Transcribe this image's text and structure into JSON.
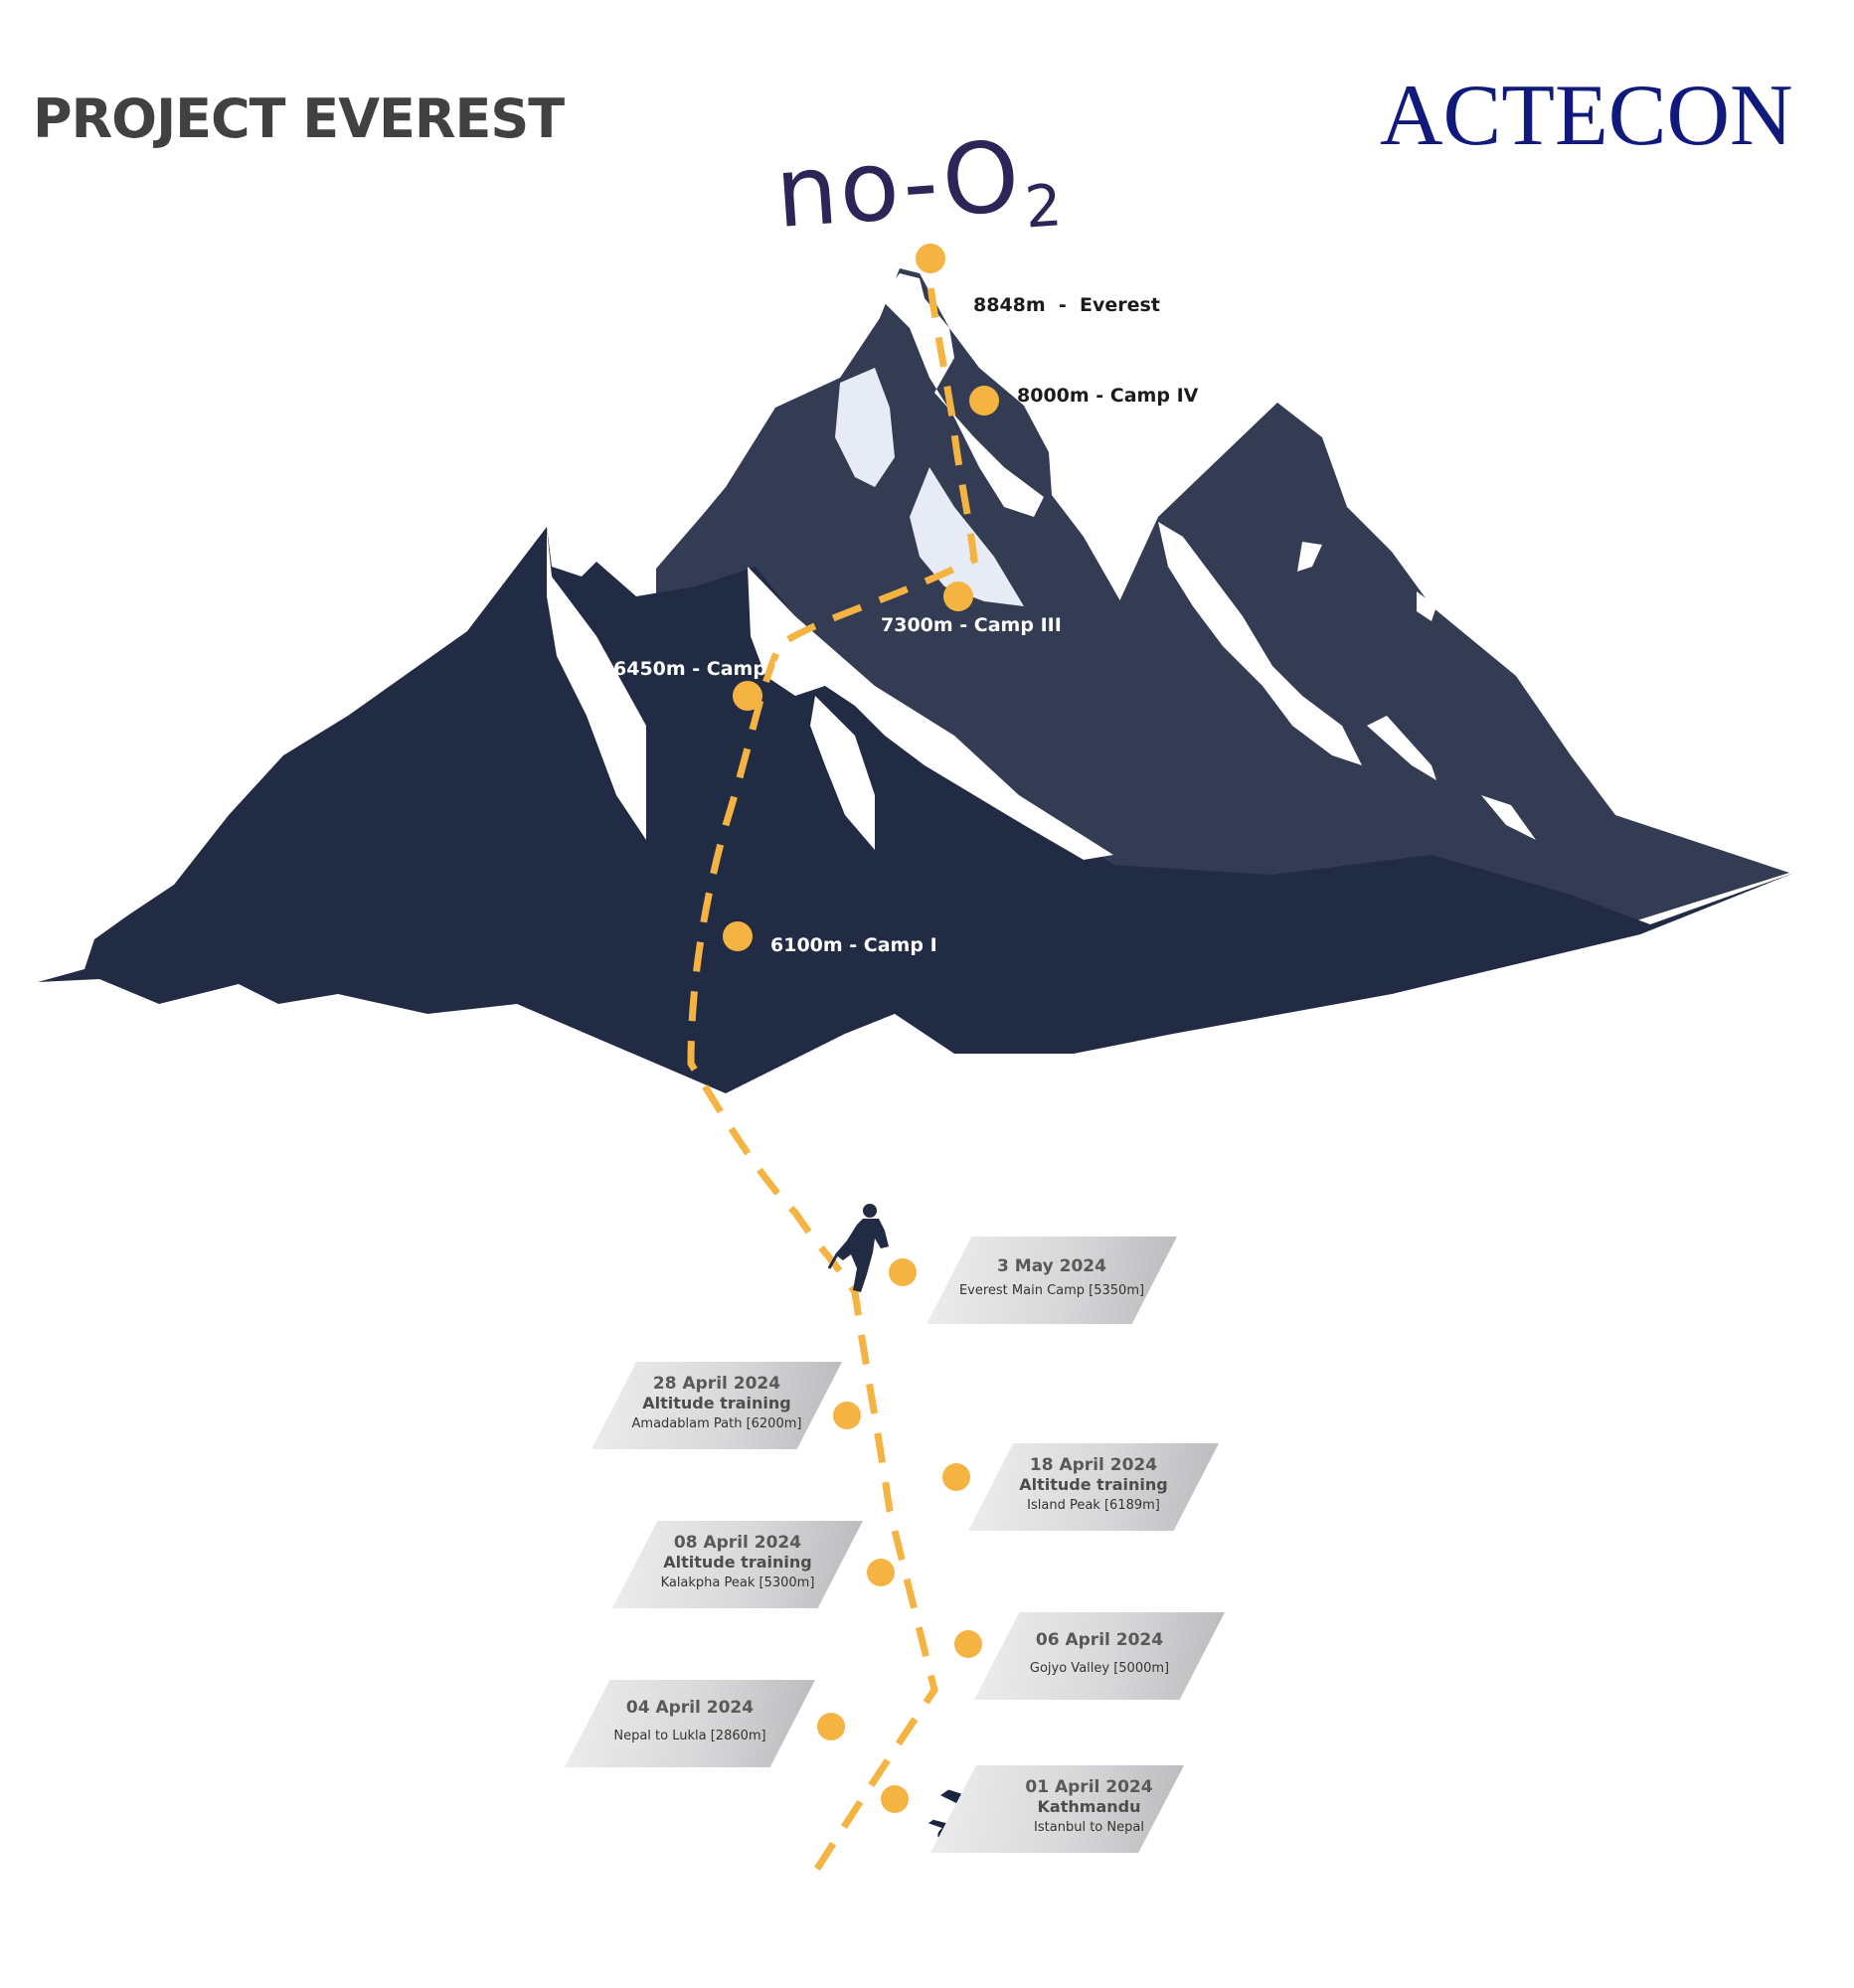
{
  "header": {
    "title": "PROJECT EVEREST",
    "brand": "ACTECON"
  },
  "headline": {
    "main": "no-O",
    "subscript": "2"
  },
  "summit_camps": [
    {
      "label": "8848m  -  Everest"
    },
    {
      "label": "8000m - Camp IV"
    },
    {
      "label": "7300m - Camp III"
    },
    {
      "label": "6450m - Camp II"
    },
    {
      "label": "6100m - Camp I"
    }
  ],
  "timeline": [
    {
      "date": "3 May 2024",
      "title": "",
      "place": "Everest Main Camp [5350m]"
    },
    {
      "date": "28 April 2024",
      "title": "Altitude training",
      "place": "Amadablam Path [6200m]"
    },
    {
      "date": "18 April 2024",
      "title": "Altitude training",
      "place": "Island Peak [6189m]"
    },
    {
      "date": "08 April 2024",
      "title": "Altitude training",
      "place": "Kalakpha Peak [5300m]"
    },
    {
      "date": "06 April 2024",
      "title": "",
      "place": "Gojyo Valley [5000m]"
    },
    {
      "date": "04 April 2024",
      "title": "",
      "place": "Nepal to Lukla [2860m]"
    },
    {
      "date": "01 April 2024",
      "title": "Kathmandu",
      "place": "Istanbul to Nepal"
    }
  ],
  "colors": {
    "mountain_dark": "#222b44",
    "mountain_mid": "#333c53",
    "snow": "#ffffff",
    "snow_tint": "#e6ebf5",
    "route": "#f5b342",
    "title_gray": "#414141",
    "brand_blue": "#101a7c",
    "headline": "#2b2558"
  },
  "icons": [
    "climber-icon",
    "airplane-icon"
  ]
}
